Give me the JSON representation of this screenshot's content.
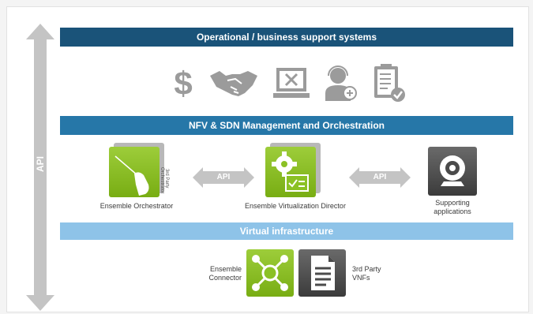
{
  "api_axis_label": "API",
  "bands": {
    "oss": "Operational / business support systems",
    "mano": "NFV & SDN Management and Orchestration",
    "infra": "Virtual infrastructure"
  },
  "oss_icons": [
    "dollar-icon",
    "handshake-icon",
    "monitor-tools-icon",
    "support-agent-icon",
    "checklist-icon"
  ],
  "orchestration": {
    "orchestrator_caption": "Ensemble Orchestrator",
    "orchestrator_side_label_1": "3rd Party",
    "orchestrator_side_label_2": "Orchestrator",
    "api_left": "API",
    "director_caption": "Ensemble Virtualization Director",
    "api_right": "API",
    "supporting_caption_1": "Supporting",
    "supporting_caption_2": "applications"
  },
  "infrastructure": {
    "connector_caption_1": "Ensemble",
    "connector_caption_2": "Connector",
    "vnf_caption_1": "3rd Party",
    "vnf_caption_2": "VNFs"
  },
  "colors": {
    "band_dark": "#1a5379",
    "band_mid": "#2677a8",
    "band_light": "#8ec3e8",
    "green": "#8bc125",
    "icon_grey": "#9b9b9b"
  }
}
